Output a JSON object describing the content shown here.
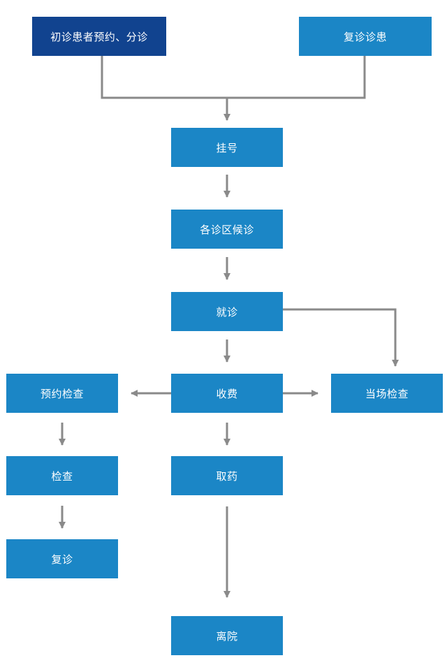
{
  "diagram": {
    "colors": {
      "box": "#1b86c6",
      "box_dark": "#11438f",
      "text": "#ffffff",
      "connector": "#8a8a8a"
    },
    "nodes": {
      "first_visit": "初诊患者预约、分诊",
      "revisit": "复诊诊患",
      "register": "挂号",
      "waiting": "各诊区候诊",
      "consult": "就诊",
      "payment": "收费",
      "onsite_exam": "当场检查",
      "appointment_exam": "预约检查",
      "exam": "检查",
      "follow_up": "复诊",
      "pharmacy": "取药",
      "discharge": "离院"
    },
    "edges": [
      {
        "from": "first_visit",
        "to": "register"
      },
      {
        "from": "revisit",
        "to": "register"
      },
      {
        "from": "register",
        "to": "waiting"
      },
      {
        "from": "waiting",
        "to": "consult"
      },
      {
        "from": "consult",
        "to": "payment"
      },
      {
        "from": "consult",
        "to": "onsite_exam"
      },
      {
        "from": "payment",
        "to": "appointment_exam"
      },
      {
        "from": "payment",
        "to": "onsite_exam"
      },
      {
        "from": "payment",
        "to": "pharmacy"
      },
      {
        "from": "appointment_exam",
        "to": "exam"
      },
      {
        "from": "exam",
        "to": "follow_up"
      },
      {
        "from": "pharmacy",
        "to": "discharge"
      }
    ]
  }
}
